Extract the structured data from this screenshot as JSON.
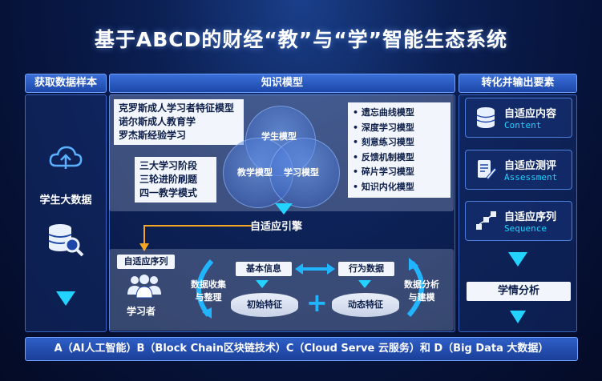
{
  "title": "基于ABCD的财经“教”与“学”智能生态系统",
  "left": {
    "header": "获取数据样本",
    "label": "学生大数据",
    "icons": [
      "cloud-upload-icon",
      "database-search-icon",
      "down-arrow-icon"
    ]
  },
  "center": {
    "header": "知识模型",
    "top_box": [
      "克罗斯成人学习者特征模型",
      "诺尔斯成人教育学",
      "罗杰斯经验学习"
    ],
    "mid_box": [
      "三大学习阶段",
      "三轮进阶刷题",
      "四一教学模式"
    ],
    "circles": {
      "student": "学生模型",
      "teaching": "教学模型",
      "learning": "学习模型"
    },
    "models": [
      "遗忘曲线模型",
      "深度学习模型",
      "刻意练习模型",
      "反馈机制模型",
      "碎片学习模型",
      "知识内化模型"
    ],
    "engine": "自适应引擎",
    "sequence": "自适应序列",
    "learner": "学习者",
    "collect": [
      "数据收集",
      "与整理"
    ],
    "basic_info": "基本信息",
    "behavior": "行为数据",
    "initial": "初始特征",
    "plus": "+",
    "dynamic": "动态特征",
    "analysis": [
      "数据分析",
      "与建模"
    ]
  },
  "right": {
    "header": "转化并输出要素",
    "cards": [
      {
        "title": "自适应内容",
        "sub": "Content",
        "icon": "database-icon"
      },
      {
        "title": "自适应测评",
        "sub": "Assessment",
        "icon": "edit-document-icon"
      },
      {
        "title": "自适应序列",
        "sub": "Sequence",
        "icon": "network-icon"
      }
    ],
    "analysis": "学情分析"
  },
  "footer": "A（AI人工智能）B（Block Chain区块链技术）C（Cloud Serve 云服务）和 D（Big Data 大数据）",
  "colors": {
    "accent": "#22d3ff",
    "panel": "#1d47a8",
    "bg": "#061238"
  }
}
